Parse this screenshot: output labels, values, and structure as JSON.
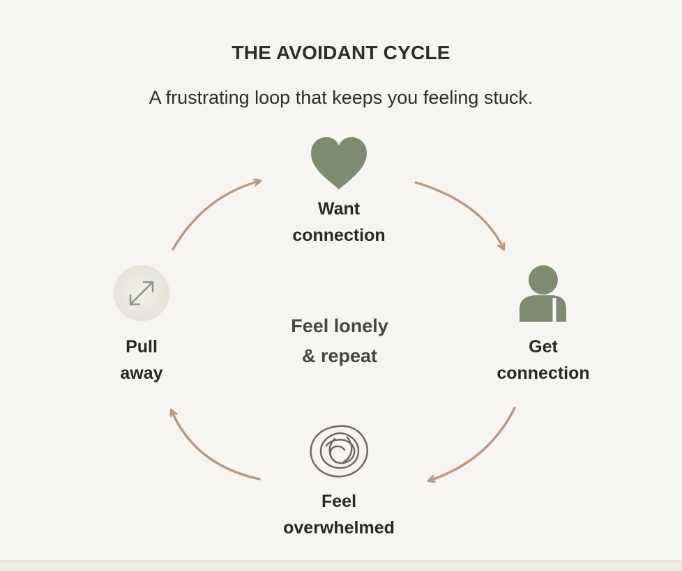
{
  "title": "THE AVOIDANT CYCLE",
  "subtitle": "A frustrating loop that keeps you feeling stuck.",
  "nodes": {
    "want_connection": {
      "line1": "Want",
      "line2": "connection",
      "icon": "heart-icon"
    },
    "get_connection": {
      "line1": "Get",
      "line2": "connection",
      "icon": "person-icon"
    },
    "feel_overwhelmed": {
      "line1": "Feel",
      "line2": "overwhelmed",
      "icon": "tangled-rose-icon"
    },
    "pull_away": {
      "line1": "Pull",
      "line2": "away",
      "icon": "diagonal-expand-arrows-icon"
    }
  },
  "center": {
    "line1": "Feel lonely",
    "line2": "& repeat"
  },
  "colors": {
    "background": "#f7f5f1",
    "sage": "#7e8b71",
    "arrow": "#b69a85",
    "text": "#2a2825",
    "center_text": "#3f4a3c"
  }
}
